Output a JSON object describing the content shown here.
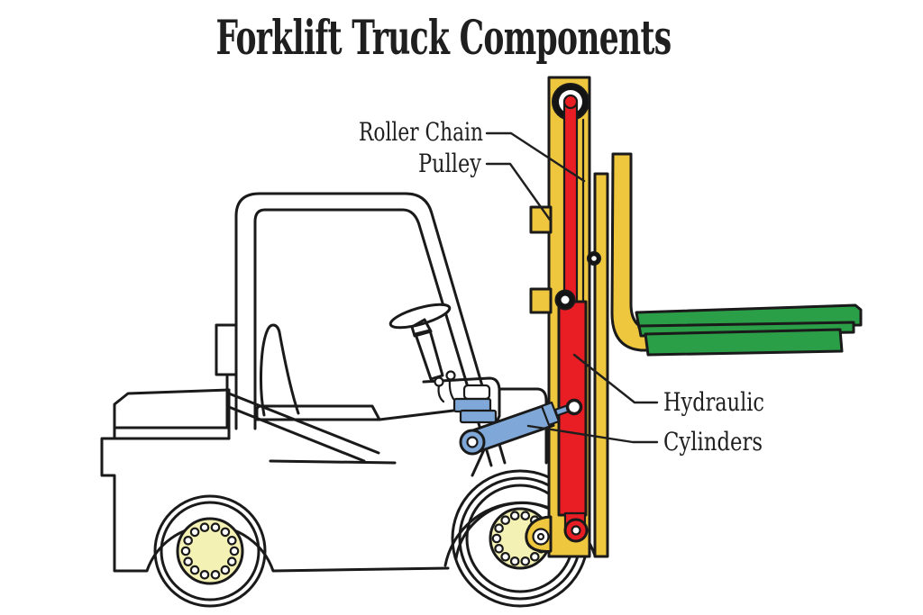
{
  "title": "Forklift Truck Components",
  "labels": {
    "roller_chain": "Roller Chain",
    "pulley": "Pulley",
    "hydraulic": "Hydraulic",
    "cylinders": "Cylinders"
  },
  "colors": {
    "outline": "#1a1a1a",
    "mast_yellow": "#eec73e",
    "lift_red": "#e91d24",
    "fork_green": "#2b9e48",
    "tilt_blue": "#7fa8d8",
    "hub_cream": "#f4f1b4",
    "pulley_black": "#141414",
    "background": "#ffffff"
  }
}
